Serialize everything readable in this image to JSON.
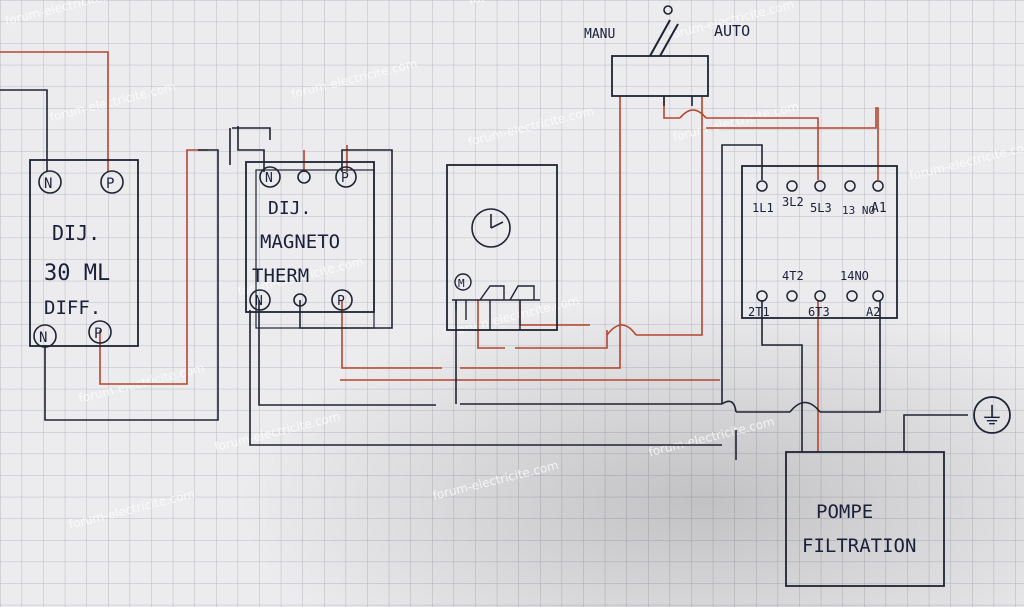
{
  "colors": {
    "ink": "#1f2433",
    "red": "#b5452e",
    "grid": "#b9bcc4",
    "paper": "#ecebee"
  },
  "watermark": "forum-electricite.com",
  "switch": {
    "left_label": "MANU",
    "right_label": "AUTO"
  },
  "breaker_diff": {
    "line1": "DIJ.",
    "line2": "30 ML",
    "line3": "DIFF.",
    "term_top_n": "N",
    "term_top_p": "P",
    "term_bot_n": "N",
    "term_bot_p": "P"
  },
  "breaker_mag": {
    "line1": "DIJ.",
    "line2": "MAGNETO",
    "line3": "THERM",
    "term_top_n": "N",
    "term_top_p": "P",
    "term_bot_n": "N",
    "term_bot_p": "P"
  },
  "timer": {
    "motor_label": "M"
  },
  "contactor": {
    "top_terminals": [
      "1L1",
      "3L2",
      "5L3",
      "13 NO",
      "A1"
    ],
    "bottom_terminals": [
      "2T1",
      "4T2",
      "6T3",
      "14NO",
      "A2"
    ]
  },
  "pump": {
    "line1": "POMPE",
    "line2": "FILTRATION"
  },
  "earth_symbol": "⏚"
}
